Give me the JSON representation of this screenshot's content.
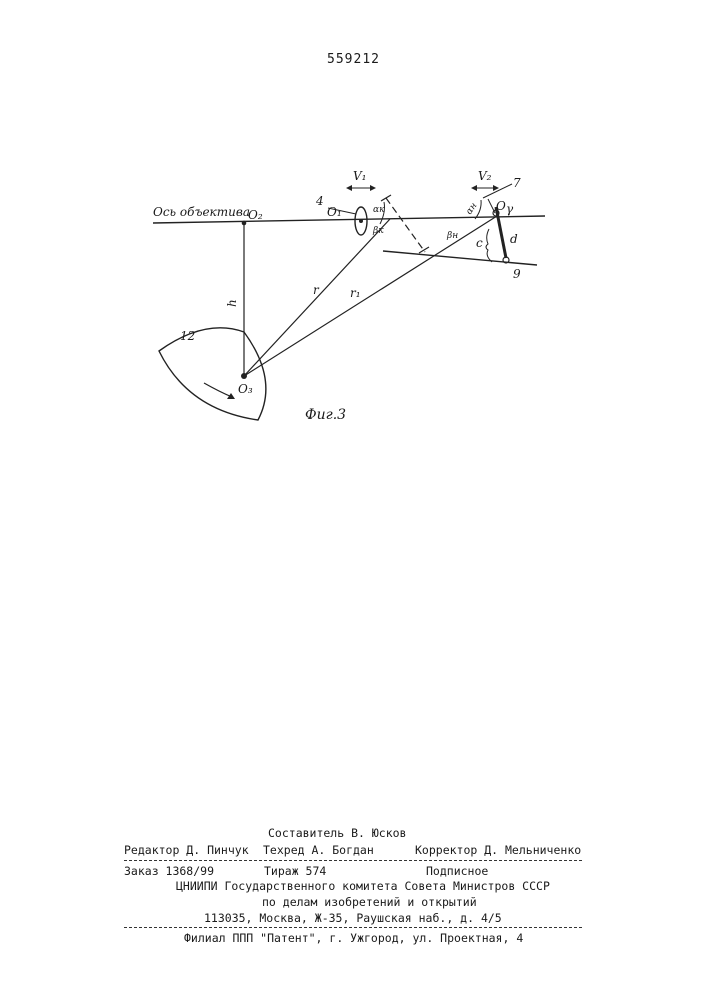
{
  "page": {
    "patent_number": "559212"
  },
  "figure": {
    "caption": "Фиг.3",
    "labels": {
      "axis": "Ось объектива",
      "o2": "O₂",
      "o1": "O₁",
      "o": "O",
      "o3": "O₃",
      "gamma": "γ",
      "v1": "V₁",
      "v2": "V₂",
      "alpha_k": "αк",
      "beta_k": "βк",
      "alpha_n": "αн",
      "beta_n": "βн",
      "h": "h",
      "r": "r",
      "r1": "r₁",
      "c": "c",
      "d": "d",
      "n4": "4",
      "n7": "7",
      "n9": "9",
      "n12": "12"
    }
  },
  "imprint": {
    "compiler": "Составитель В. Юсков",
    "editor": "Редактор Д. Пинчук",
    "techred": "Техред А. Богдан",
    "corrector": "Корректор Д. Мельниченко",
    "order": "Заказ 1368/99",
    "circulation": "Тираж  574",
    "subscription": "Подписное",
    "org_line1": "ЦНИИПИ Государственного комитета Совета Министров СССР",
    "org_line2": "по делам изобретений и открытий",
    "address": "113035, Москва, Ж-35, Раушская наб., д. 4/5",
    "branch": "Филиал ППП \"Патент\", г. Ужгород, ул. Проектная, 4"
  }
}
